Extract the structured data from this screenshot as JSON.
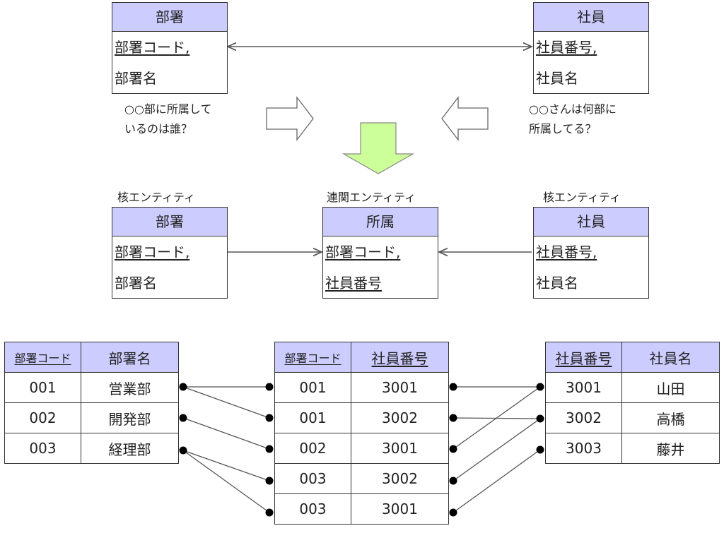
{
  "top": {
    "dept": {
      "title": "部署",
      "attrs": [
        "部署コード,",
        "部署名"
      ]
    },
    "emp": {
      "title": "社員",
      "attrs": [
        "社員番号,",
        "社員名"
      ]
    },
    "left_note": [
      "○○部に所属して",
      "いるのは誰？"
    ],
    "right_note": [
      "○○さんは何部に",
      "所属してる？"
    ]
  },
  "middle": {
    "dept_label": "核エンティティ",
    "assoc_label": "連関エンティティ",
    "emp_label": "核エンティティ",
    "dept": {
      "title": "部署",
      "attrs": [
        "部署コード,",
        "部署名"
      ]
    },
    "assoc": {
      "title": "所属",
      "attrs": [
        "部署コード,",
        "社員番号"
      ]
    },
    "emp": {
      "title": "社員",
      "attrs": [
        "社員番号,",
        "社員名"
      ]
    }
  },
  "tables": {
    "dept": {
      "headers": [
        "部署コード",
        "部署名"
      ],
      "rows": [
        [
          "001",
          "営業部"
        ],
        [
          "002",
          "開発部"
        ],
        [
          "003",
          "経理部"
        ]
      ]
    },
    "assoc": {
      "headers": [
        "部署コード",
        "社員番号"
      ],
      "rows": [
        [
          "001",
          "3001"
        ],
        [
          "001",
          "3002"
        ],
        [
          "002",
          "3001"
        ],
        [
          "003",
          "3002"
        ],
        [
          "003",
          "3001"
        ]
      ]
    },
    "emp": {
      "headers": [
        "社員番号",
        "社員名"
      ],
      "rows": [
        [
          "3001",
          "山田"
        ],
        [
          "3002",
          "高橋"
        ],
        [
          "3003",
          "藤井"
        ]
      ]
    }
  },
  "colors": {
    "header_fill": "#ccccff",
    "big_arrow": "#ccff99",
    "line": "#555555"
  }
}
